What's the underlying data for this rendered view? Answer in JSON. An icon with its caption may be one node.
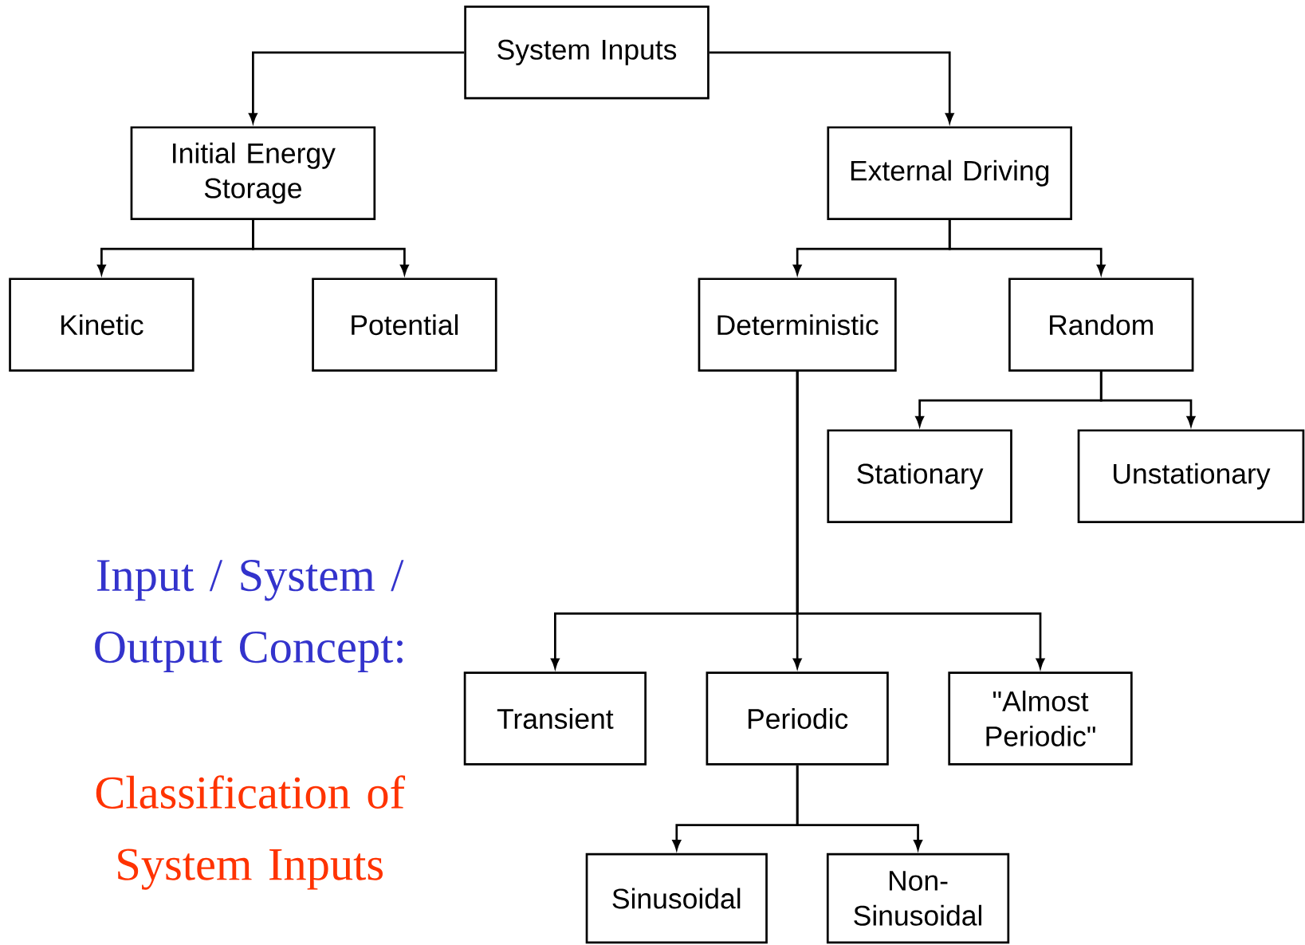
{
  "diagram": {
    "nodes": [
      {
        "text": [
          "System Inputs"
        ]
      },
      {
        "text": [
          "Initial Energy Storage"
        ]
      },
      {
        "text": [
          "External Driving"
        ]
      },
      {
        "text": [
          "Kinetic"
        ]
      },
      {
        "text": [
          "Potential"
        ]
      },
      {
        "text": [
          "Deterministic"
        ]
      },
      {
        "text": [
          "Random"
        ]
      },
      {
        "text": [
          "Stationary"
        ]
      },
      {
        "text": [
          "Unstationary"
        ]
      },
      {
        "text": [
          "Transient"
        ]
      },
      {
        "text": [
          "Periodic"
        ]
      },
      {
        "text": [
          "\"Almost Periodic\""
        ]
      },
      {
        "text": [
          "Sinusoidal"
        ]
      },
      {
        "text": [
          "Non-Sinusoidal"
        ]
      }
    ],
    "edges": [
      {
        "from": 0,
        "to": 1,
        "arrow": "to"
      },
      {
        "from": 0,
        "to": 2,
        "arrow": "to"
      },
      {
        "from": 1,
        "to": 3,
        "arrow": "to"
      },
      {
        "from": 1,
        "to": 4,
        "arrow": "to"
      },
      {
        "from": 2,
        "to": 5,
        "arrow": "to"
      },
      {
        "from": 2,
        "to": 6,
        "arrow": "to"
      },
      {
        "from": 6,
        "to": 7,
        "arrow": "to"
      },
      {
        "from": 6,
        "to": 8,
        "arrow": "to"
      },
      {
        "from": 5,
        "to": 9,
        "arrow": "to"
      },
      {
        "from": 5,
        "to": 10,
        "arrow": "to"
      },
      {
        "from": 5,
        "to": 11,
        "arrow": "to"
      },
      {
        "from": 10,
        "to": 12,
        "arrow": "to"
      },
      {
        "from": 10,
        "to": 13,
        "arrow": "to"
      }
    ],
    "labels": [
      "Input / System / Output Concept:",
      "Classification of System Inputs"
    ]
  }
}
